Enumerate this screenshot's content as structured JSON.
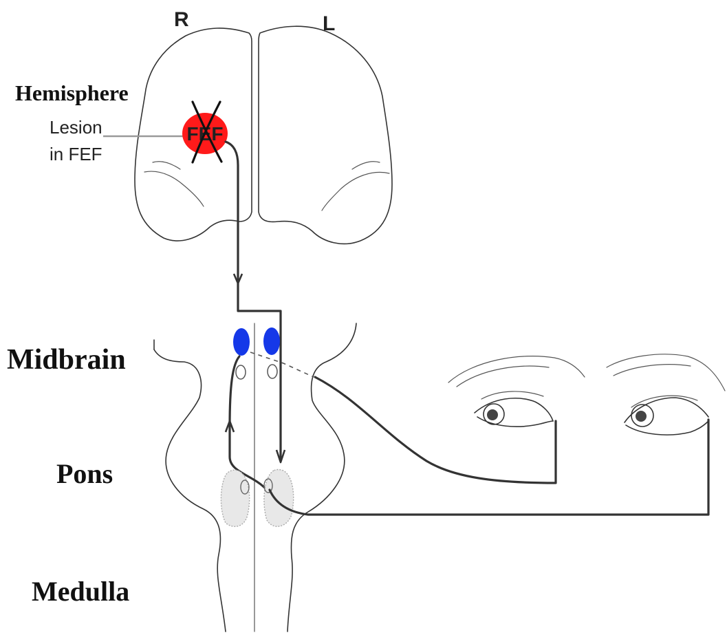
{
  "sides": {
    "right": "R",
    "left": "L"
  },
  "hemisphere_label": "Hemisphere",
  "lesion": {
    "line1": "Lesion",
    "line2": "in FEF",
    "badge": "FEF"
  },
  "regions": {
    "midbrain": "Midbrain",
    "pons": "Pons",
    "medulla": "Medulla"
  },
  "colors": {
    "lesion": "#ff1a1a",
    "colliculus": "#1538e8",
    "ink": "#333333"
  }
}
